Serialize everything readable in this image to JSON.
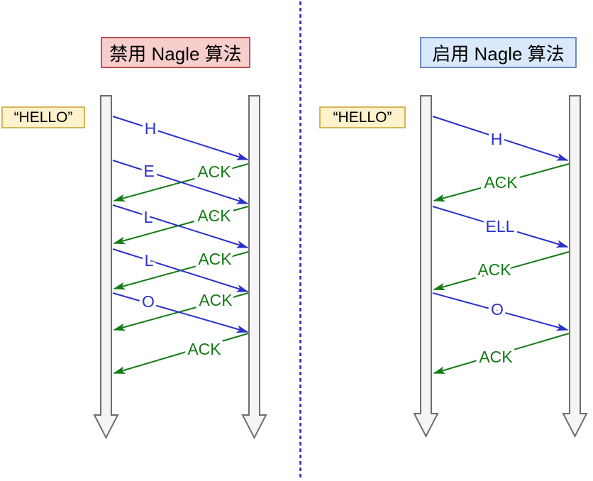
{
  "diagram": {
    "description": "Comparison of TCP transmission without and with Nagle algorithm",
    "divider_color": "#2222cc",
    "colors": {
      "data_arrow": "#2a31c9",
      "ack_arrow": "#147a14",
      "lifeline_fill": "#f5f5f5",
      "lifeline_border": "#6e6e6e",
      "disable_title_bg": "#f8cecc",
      "disable_title_border": "#b85450",
      "enable_title_bg": "#dae8fc",
      "enable_title_border": "#6c8ebf",
      "input_bg": "#fff2cc",
      "input_border": "#d6b656"
    },
    "panels": [
      {
        "title": "禁用 Nagle 算法",
        "input_label": "“HELLO”",
        "messages": [
          {
            "label": "H",
            "type": "data",
            "from": "sender",
            "to": "receiver"
          },
          {
            "label": "ACK",
            "type": "ack",
            "from": "receiver",
            "to": "sender"
          },
          {
            "label": "E",
            "type": "data",
            "from": "sender",
            "to": "receiver"
          },
          {
            "label": "ACK",
            "type": "ack",
            "from": "receiver",
            "to": "sender"
          },
          {
            "label": "L",
            "type": "data",
            "from": "sender",
            "to": "receiver"
          },
          {
            "label": "ACK",
            "type": "ack",
            "from": "receiver",
            "to": "sender"
          },
          {
            "label": "L",
            "type": "data",
            "from": "sender",
            "to": "receiver"
          },
          {
            "label": "ACK",
            "type": "ack",
            "from": "receiver",
            "to": "sender"
          },
          {
            "label": "O",
            "type": "data",
            "from": "sender",
            "to": "receiver"
          },
          {
            "label": "ACK",
            "type": "ack",
            "from": "receiver",
            "to": "sender"
          }
        ]
      },
      {
        "title": "启用 Nagle 算法",
        "input_label": "“HELLO”",
        "messages": [
          {
            "label": "H",
            "type": "data",
            "from": "sender",
            "to": "receiver"
          },
          {
            "label": "ACK",
            "type": "ack",
            "from": "receiver",
            "to": "sender"
          },
          {
            "label": "ELL",
            "type": "data",
            "from": "sender",
            "to": "receiver"
          },
          {
            "label": "ACK",
            "type": "ack",
            "from": "receiver",
            "to": "sender"
          },
          {
            "label": "O",
            "type": "data",
            "from": "sender",
            "to": "receiver"
          },
          {
            "label": "ACK",
            "type": "ack",
            "from": "receiver",
            "to": "sender"
          }
        ]
      }
    ]
  }
}
